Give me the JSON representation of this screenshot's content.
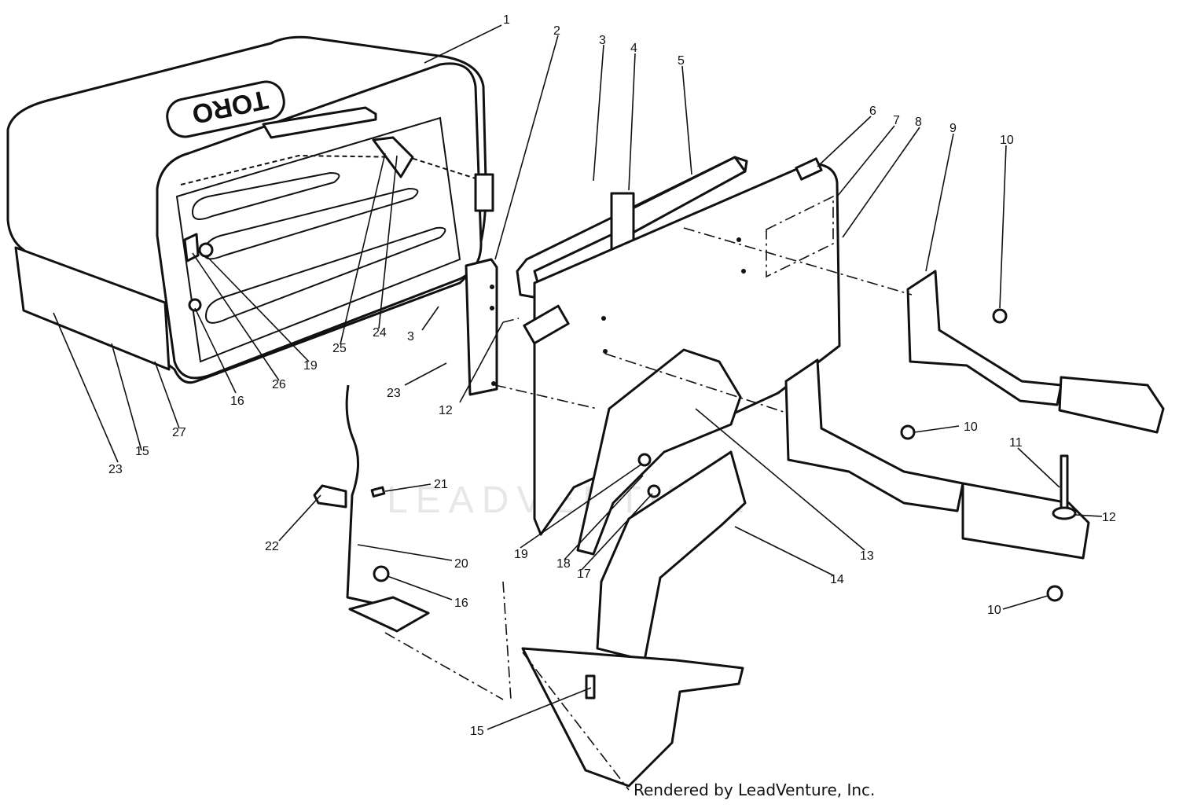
{
  "diagram": {
    "logo": "TORO",
    "watermark": "LEADVENTURE",
    "credit": "Rendered by LeadVenture, Inc.",
    "callouts": [
      "1",
      "2",
      "3",
      "4",
      "5",
      "6",
      "7",
      "8",
      "9",
      "10",
      "3",
      "23",
      "12",
      "19",
      "24",
      "25",
      "26",
      "16",
      "27",
      "15",
      "23",
      "10",
      "11",
      "12",
      "21",
      "22",
      "20",
      "19",
      "18",
      "17",
      "13",
      "14",
      "16",
      "10",
      "15"
    ]
  }
}
